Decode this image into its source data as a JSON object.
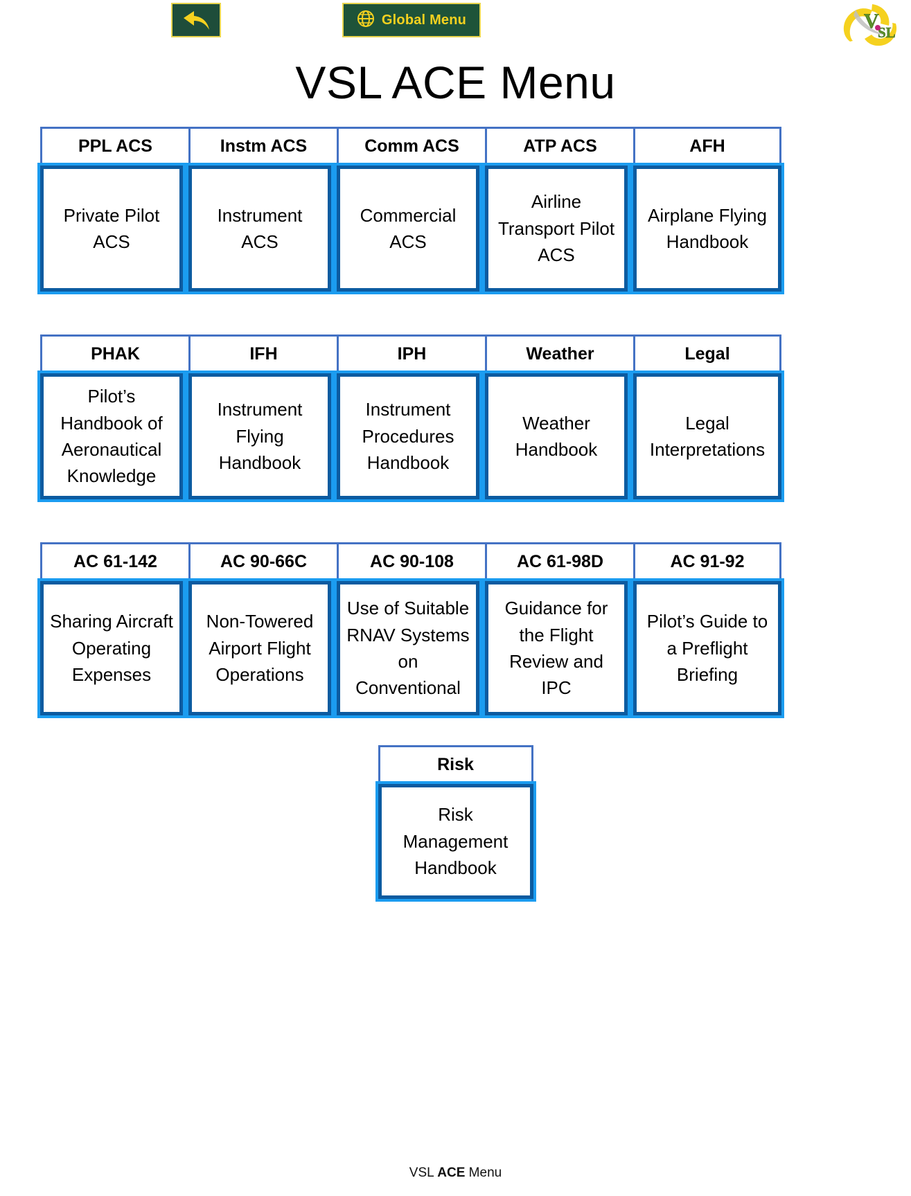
{
  "topbar": {
    "back_button": {
      "icon": "back-arrow-icon",
      "label": ""
    },
    "global_menu": {
      "icon": "globe-icon",
      "label": "Global Menu"
    },
    "logo": {
      "name": "vsl-propeller-logo",
      "text_primary": "V",
      "text_secondary": "SL"
    }
  },
  "colors": {
    "button_green": "#1E5339",
    "button_gold": "#F5D11F",
    "header_border_blue": "#4472C4",
    "body_border_blue": "#1B9CF0",
    "body_border_navy": "#0C5BA0",
    "background": "#FFFFFF"
  },
  "title": "VSL ACE Menu",
  "sections": [
    {
      "id": "row-1",
      "cells": [
        {
          "header": "PPL ACS",
          "body": "Private Pilot ACS"
        },
        {
          "header": "Instm ACS",
          "body": "Instrument ACS"
        },
        {
          "header": "Comm ACS",
          "body": "Commercial ACS"
        },
        {
          "header": "ATP ACS",
          "body": "Airline Transport Pilot ACS"
        },
        {
          "header": "AFH",
          "body": "Airplane Flying Handbook"
        }
      ]
    },
    {
      "id": "row-2",
      "cells": [
        {
          "header": "PHAK",
          "body": "Pilot’s Handbook of Aeronautical Knowledge"
        },
        {
          "header": "IFH",
          "body": "Instrument Flying Handbook"
        },
        {
          "header": "IPH",
          "body": "Instrument Procedures Handbook"
        },
        {
          "header": "Weather",
          "body": "Weather Handbook"
        },
        {
          "header": "Legal",
          "body": "Legal Interpretations"
        }
      ]
    },
    {
      "id": "row-3",
      "cells": [
        {
          "header": "AC 61-142",
          "body": "Sharing Aircraft Operating Expenses"
        },
        {
          "header": "AC 90-66C",
          "body": "Non-Towered Airport Flight Operations"
        },
        {
          "header": "AC 90-108",
          "body": "Use of Suitable RNAV Systems on Conventional"
        },
        {
          "header": "AC 61-98D",
          "body": "Guidance for the Flight Review and IPC"
        },
        {
          "header": "AC 91-92",
          "body": "Pilot’s Guide to a Preflight Briefing"
        }
      ]
    }
  ],
  "risk": {
    "header": "Risk",
    "body": "Risk Management Handbook"
  },
  "footer": {
    "prefix": "VSL ",
    "accent": "ACE",
    "suffix": " Menu"
  }
}
